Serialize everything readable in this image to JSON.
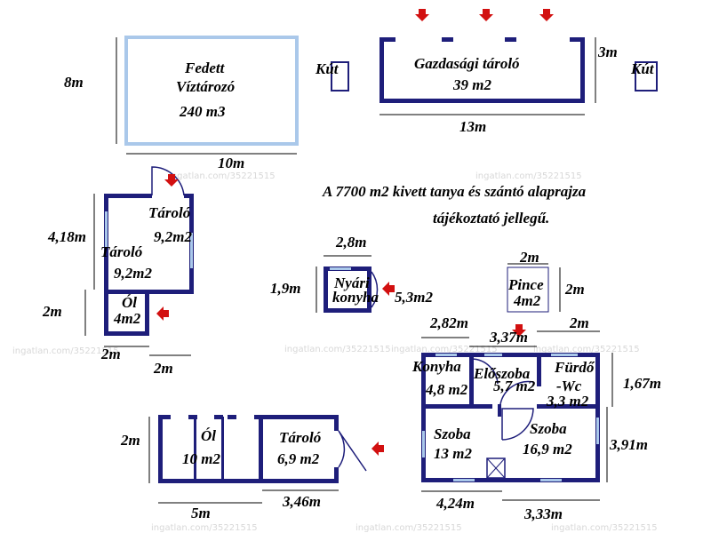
{
  "note_line1": "A 7700 m2 kivett tanya és szántó alaprajza",
  "note_line2": "tájékoztató jellegű.",
  "watermark": "ingatlan.com/35221515",
  "colors": {
    "wall": "#1e1e7a",
    "window": "#aac8ea",
    "arrow": "#d21010",
    "text": "#000000"
  },
  "buildings": {
    "viztarolo": {
      "name1": "Fedett",
      "name2": "Víztározó",
      "size": "240 m3",
      "dim_h": "8m",
      "dim_w": "10m"
    },
    "kut_left": "Kút",
    "gazdasagi": {
      "name": "Gazdasági tároló",
      "size": "39 m2",
      "dim_h": "3m",
      "dim_w": "13m"
    },
    "kut_right": "Kút",
    "taroloblokk": {
      "dim_h": "4,18m",
      "tarolo_a_name": "Tároló",
      "tarolo_a_size": "9,2m2",
      "tarolo_b_name": "Tároló",
      "tarolo_b_size": "9,2m2",
      "ol_name": "Ól",
      "ol_size": "4m2",
      "dim_ol_h": "2m",
      "dim_ol_w": "2m",
      "dim_right": "2m"
    },
    "nyari": {
      "dim_w": "2,8m",
      "dim_h": "1,9m",
      "name": "Nyári",
      "name2": "konyha",
      "size": "5,3m2"
    },
    "pince": {
      "dim_w": "2m",
      "dim_h": "2m",
      "name": "Pince",
      "size": "4m2"
    },
    "house": {
      "dim_top_left": "2,82m",
      "dim_top_mid": "3,37m",
      "dim_top_right": "2m",
      "konyha_name": "Konyha",
      "konyha_size": "4,8 m2",
      "eloszoba_name": "Előszoba",
      "eloszoba_size": "5,7 m2",
      "furdo_name": "Fürdő",
      "furdo_name2": "-Wc",
      "furdo_size": "3,3 m2",
      "dim_right_top": "1,67m",
      "szoba_a_name": "Szoba",
      "szoba_a_size": "13 m2",
      "szoba_b_name": "Szoba",
      "szoba_b_size": "16,9 m2",
      "dim_right_bottom": "3,91m",
      "dim_bottom_left": "4,24m",
      "dim_bottom_right": "3,33m"
    },
    "bottom_left": {
      "dim_h": "2m",
      "ol_name": "Ól",
      "ol_size": "10 m2",
      "tarolo_name": "Tároló",
      "tarolo_size": "6,9 m2",
      "dim_w_left": "5m",
      "dim_w_right": "3,46m"
    }
  }
}
